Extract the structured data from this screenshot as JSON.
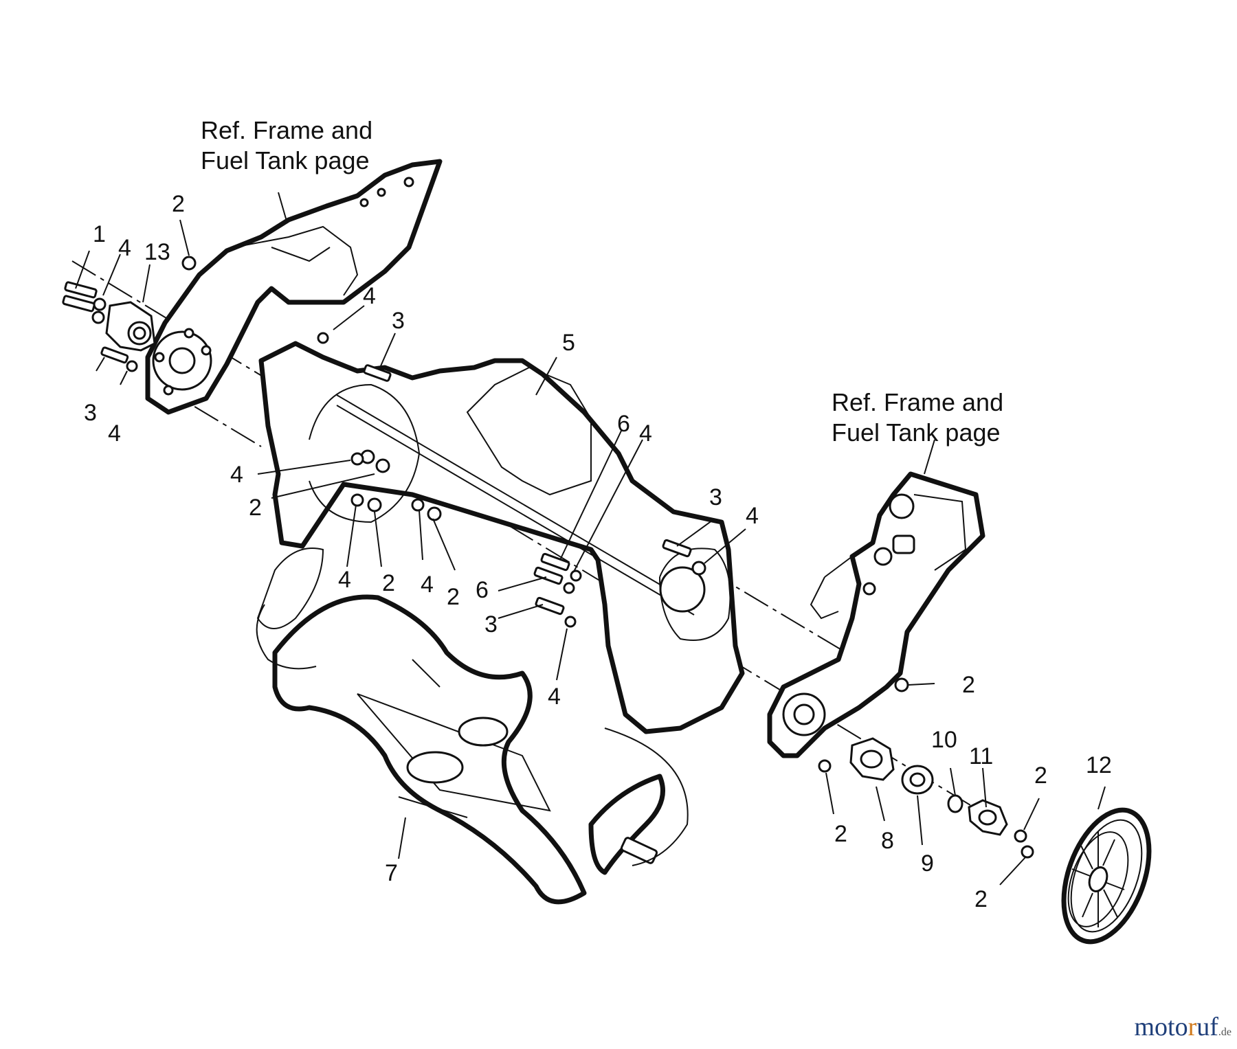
{
  "references": {
    "left": [
      "Ref. Frame and",
      "Fuel Tank page"
    ],
    "right": [
      "Ref. Frame and",
      "Fuel Tank page"
    ]
  },
  "callouts": [
    "1",
    "2",
    "4",
    "13",
    "4",
    "3",
    "3",
    "4",
    "5",
    "4",
    "2",
    "6",
    "4",
    "4",
    "2",
    "4",
    "2",
    "6",
    "3",
    "3",
    "4",
    "7",
    "4",
    "2",
    "2",
    "8",
    "9",
    "10",
    "11",
    "2",
    "12",
    "2"
  ],
  "watermark": {
    "part1": "moto",
    "part2": "r",
    "part3": "uf",
    "part4": ".de"
  },
  "colors": {
    "line": "#111111",
    "watermark_blue": "#1f3f7a",
    "watermark_orange": "#d07a1c"
  }
}
